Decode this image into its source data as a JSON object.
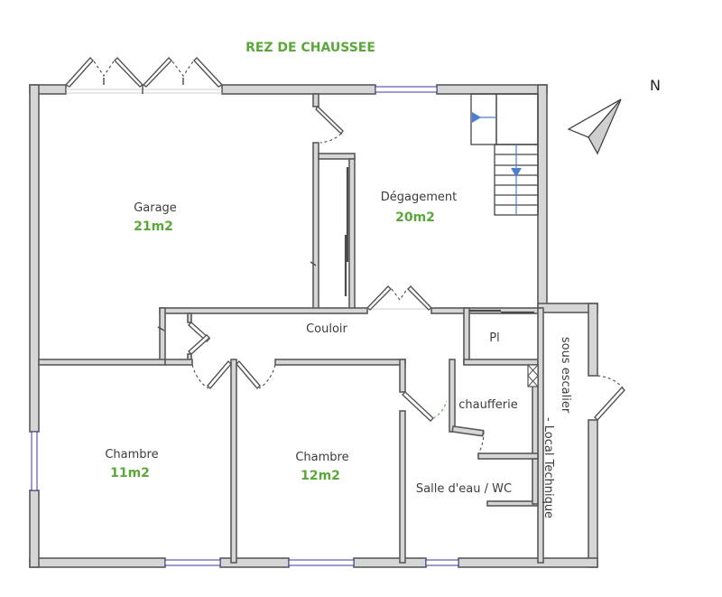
{
  "title": "REZ DE CHAUSSEE",
  "compass": {
    "label": "N"
  },
  "rooms": [
    {
      "name": "Garage",
      "area": "21m2"
    },
    {
      "name": "Dégagement",
      "area": "20m2"
    },
    {
      "name": "Couloir"
    },
    {
      "name": "Pl"
    },
    {
      "name": "chaufferie"
    },
    {
      "name": "Chambre",
      "area": "11m2"
    },
    {
      "name": "Chambre",
      "area": "12m2"
    },
    {
      "name": "Salle d'eau / WC"
    },
    {
      "name": "sous escalier"
    },
    {
      "name": "- Local Technique"
    }
  ],
  "colors": {
    "area_text": "#5aa83a",
    "wall_fill": "#d6d6d6",
    "wall_stroke": "#5a5a5a",
    "window": "#3a3aa0",
    "stair_arrow": "#4a7fd6"
  }
}
